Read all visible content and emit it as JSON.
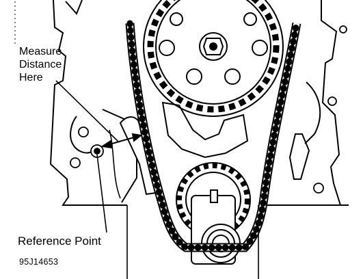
{
  "labels": {
    "measure_line1": "Measure",
    "measure_line2": "Distance",
    "measure_line3": "Here",
    "reference_point": "Reference Point"
  },
  "figure_id": "95J14653",
  "colors": {
    "ink": "#000000",
    "paper": "#ffffff"
  }
}
